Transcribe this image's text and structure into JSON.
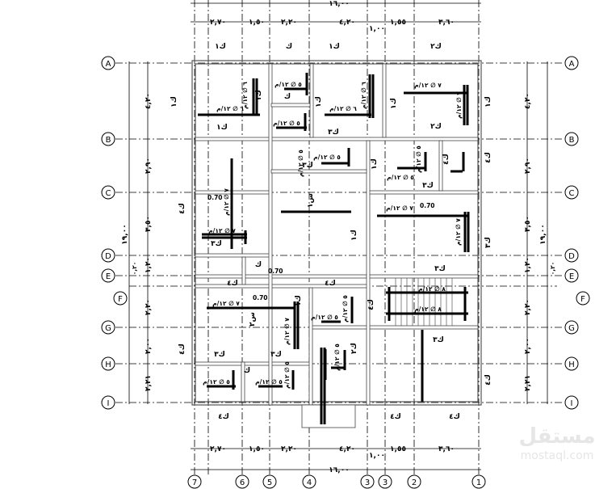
{
  "axes": {
    "rows": [
      "A",
      "B",
      "C",
      "D",
      "E",
      "F",
      "G",
      "H",
      "I"
    ],
    "cols": [
      "7",
      "6",
      "5",
      "4",
      "3",
      "3",
      "2",
      "1"
    ]
  },
  "dims": {
    "top": [
      "٢,٧٠",
      "١,٥٠",
      "٢,٢٠",
      "٤,٢٠",
      "١,٠٠",
      "١,٥٥",
      "٣,٦٠"
    ],
    "total_width": "١٦,٠٠",
    "side": [
      "٤,٢٠",
      "٢,٩٠",
      "٣,٥٠",
      "١,٢٠",
      "٢,٢٠",
      "٢,٠٠",
      "٢,٢١"
    ],
    "total_height": "١٩,٠٠",
    "small": "٠,٢٠"
  },
  "slabs": {
    "top_row": [
      "ك١",
      "ك",
      "ك١",
      "ك٢"
    ],
    "bottom_row": [
      "ك٤",
      "ك٤",
      "ك٤"
    ],
    "inside": [
      "ك١",
      "ك٣",
      "ك٢",
      "ك٣",
      "ك٣",
      "ك٣",
      "ك٣",
      "ك٤",
      "ك٤",
      "ك٣",
      "ك٣",
      "ك٣",
      "ك",
      "ك",
      "ك"
    ],
    "rotated": [
      "ك١",
      "ك٤",
      "ك٤",
      "ك١",
      "ك١",
      "ك١",
      "ك١",
      "ك١",
      "ك٤",
      "ك٤",
      "ك١",
      "ك١",
      "ك٤",
      "ك٣",
      "ك٢",
      "ك٤",
      "س١",
      "س٢"
    ]
  },
  "rebar": {
    "r6": "٦ ∅ ١٢/م",
    "r7": "٧ ∅ ١٢/م",
    "r5": "٥ ∅ ١٢/م",
    "r8": "٨ ∅ ١٢/م",
    "level": "0.70"
  },
  "watermark": {
    "arabic": "مستقل",
    "latin": "mostaql.com"
  }
}
